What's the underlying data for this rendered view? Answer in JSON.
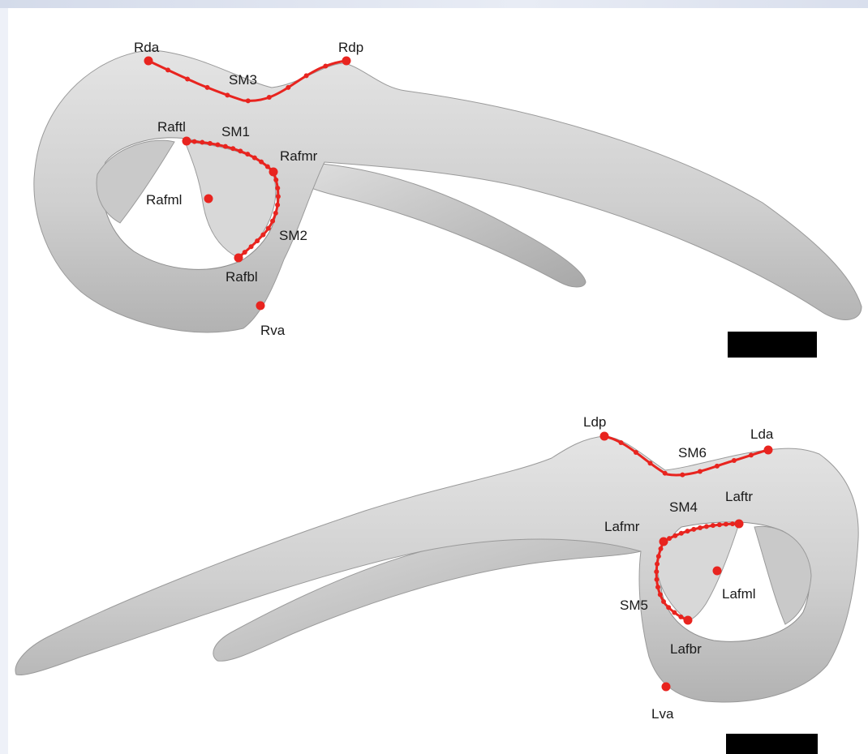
{
  "labels": {
    "Rda": "Rda",
    "Rdp": "Rdp",
    "SM3": "SM3",
    "Raftl": "Raftl",
    "SM1": "SM1",
    "Rafmr": "Rafmr",
    "Rafml": "Rafml",
    "SM2": "SM2",
    "Rafbl": "Rafbl",
    "Rva": "Rva",
    "Ldp": "Ldp",
    "Lda": "Lda",
    "SM6": "SM6",
    "SM4": "SM4",
    "Laftr": "Laftr",
    "Lafmr": "Lafmr",
    "Lafml": "Lafml",
    "SM5": "SM5",
    "Lafbr": "Lafbr",
    "Lva": "Lva"
  },
  "colors": {
    "bone": "#d2d2d2",
    "bone_shadow": "#a9a9a9",
    "landmark": "#e8241f",
    "scale_bar": "#000000",
    "background": "#eef1f8"
  }
}
